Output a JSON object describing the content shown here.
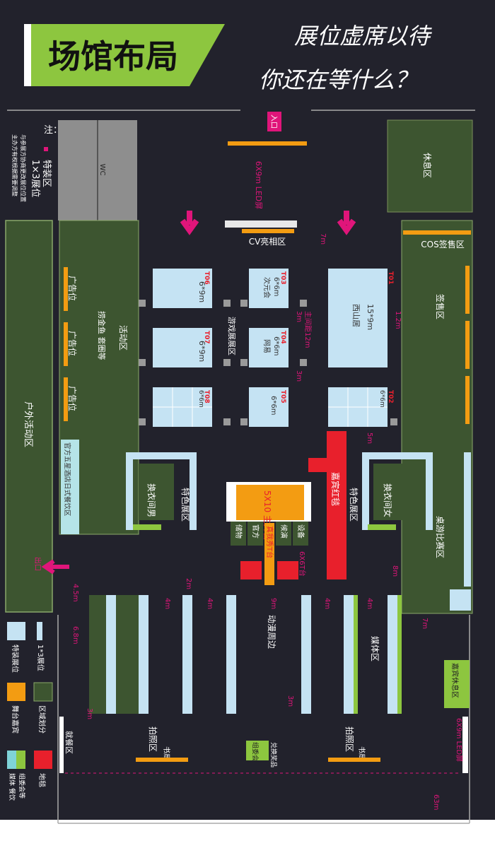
{
  "header": {
    "title": "场馆布局",
    "slogan1": "展位虚席以待",
    "slogan2": "你还在等什么？"
  },
  "notes": {
    "prefix": "注：",
    "line1": "主办方有权根据需要调整",
    "line2": "与参展方协商更改展位位置",
    "legend_special": "特装区",
    "legend_booth": "1×3展位"
  },
  "zones": {
    "entrance": "入口",
    "wc": "WC",
    "rest": "休息区",
    "led_top": "6X9m LED屏",
    "cv": "CV亮相区",
    "cos": "COS签售区",
    "outdoor": "户外活动区",
    "activity": "活动区",
    "activity_sub": "捞金鱼 套圈等",
    "ad1": "广告位",
    "ad2": "广告位",
    "ad3": "广告位",
    "hotel": "官方五星酒店日式餐饮区",
    "exit": "出口",
    "sign": "签售区",
    "table": "桌游比赛区",
    "game_booth": "游戏展展区",
    "feature_left": "特色展区",
    "feature_right": "特色展区",
    "change_m": "换衣间男",
    "change_f": "换衣间女",
    "stage": "5X10 主舞台",
    "red_carpet": "嘉宾红毯",
    "stage_storage": "储物",
    "stage_official": "官方",
    "stage_perform": "候演",
    "stage_device": "设备",
    "tstage": "真我秀T台",
    "tstage_size": "6X6T台",
    "anime": "动漫周边",
    "media": "媒体区",
    "guest_rest": "嘉宾休息区",
    "photo_left": "拍照区",
    "photo_right": "拍照区",
    "book_left": "书局",
    "book_right": "书局",
    "committee": "组委会",
    "prize": "兑换奖品",
    "dining": "就餐区",
    "led_bottom": "6X9m LED屏"
  },
  "booths": {
    "t01": {
      "code": "T01",
      "size": "15*9m",
      "name": "西山居"
    },
    "t02": {
      "code": "T02",
      "size": "6*6m"
    },
    "t03": {
      "code": "T03",
      "size": "6*6m",
      "name": "次元会"
    },
    "t04": {
      "code": "T04",
      "size": "6*6m",
      "name": "网易"
    },
    "t05": {
      "code": "T05",
      "size": "6*6m"
    },
    "t06": {
      "code": "T06",
      "size": "6*9m"
    },
    "t07": {
      "code": "T07",
      "size": "6*9m"
    },
    "t08": {
      "code": "T08",
      "size": "6*6m"
    }
  },
  "dims": {
    "d7m": "7m",
    "d3m_a": "3m",
    "d3m_b": "3m",
    "d3m_c": "3m",
    "d3m_d": "3m",
    "d12m": "主间距12m",
    "d1_2m": "1.2m",
    "d5m": "5m",
    "d8m": "8m",
    "d4_5m": "4.5m",
    "d6_8m": "6.8m",
    "d2m": "2m",
    "d4m_a": "4m",
    "d4m_b": "4m",
    "d9m": "9m",
    "d4m_c": "4m",
    "d4m_d": "4m",
    "d7m_b": "7m",
    "d63m": "63m"
  },
  "legend": {
    "booth13": "1*3展位",
    "special": "特装展位",
    "zone": "区域划分",
    "stage_guest": "舞台嘉宾",
    "carpet": "地毯",
    "media_dining": "媒体 餐饮",
    "committee": "组委会等"
  },
  "colors": {
    "hall": "#22222c",
    "zone_green": "#3d5530",
    "booth_blue": "#c5e3f3",
    "accent_orange": "#f39c12",
    "carpet_red": "#e8202c",
    "magenta": "#e0157a",
    "title_green": "#8dc63f"
  }
}
